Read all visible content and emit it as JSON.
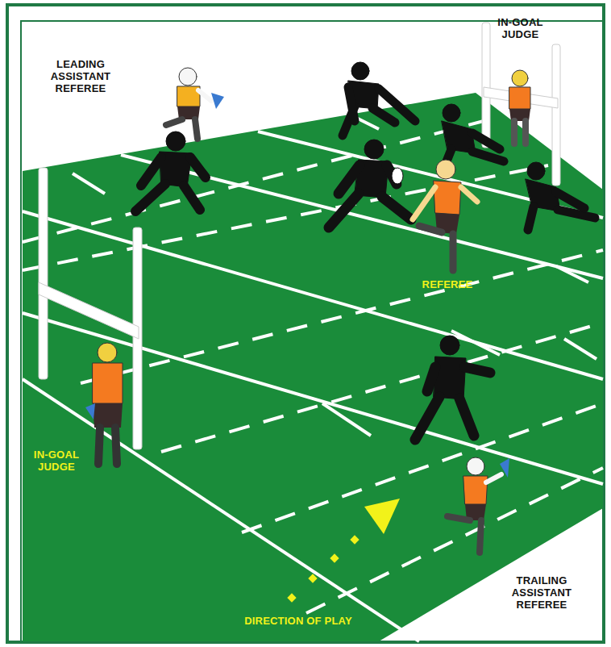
{
  "diagram": {
    "labels": [
      "LEADING ASSISTANT REFEREE",
      "IN-GOAL JUDGE",
      "REFEREE",
      "IN-GOAL JUDGE",
      "TRAILING ASSISTANT REFEREE",
      "DIRECTION OF PLAY"
    ]
  }
}
